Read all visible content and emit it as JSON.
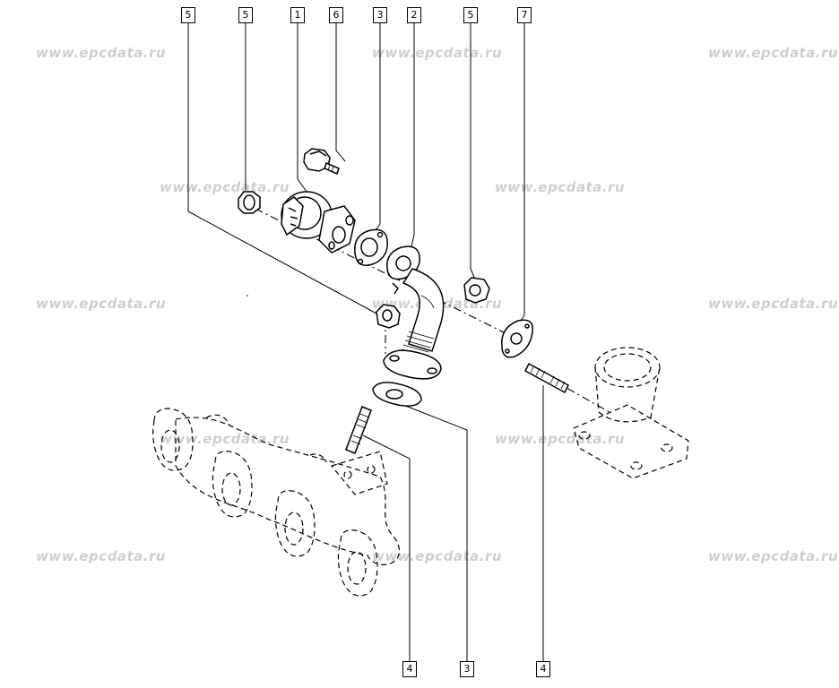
{
  "watermark": {
    "text": "www.epcdata.ru",
    "color": "#cfcfcf"
  },
  "callouts": {
    "top": [
      "5",
      "5",
      "1",
      "6",
      "3",
      "2",
      "5",
      "7"
    ],
    "bottom": [
      "4",
      "3",
      "4"
    ]
  },
  "parts": [
    {
      "ref": "1",
      "icon": "egr-valve-icon"
    },
    {
      "ref": "2",
      "icon": "egr-pipe-icon"
    },
    {
      "ref": "3",
      "icon": "gasket-icon"
    },
    {
      "ref": "4",
      "icon": "stud-icon"
    },
    {
      "ref": "5",
      "icon": "nut-icon"
    },
    {
      "ref": "6",
      "icon": "bolt-icon"
    },
    {
      "ref": "7",
      "icon": "gasket-icon"
    }
  ]
}
